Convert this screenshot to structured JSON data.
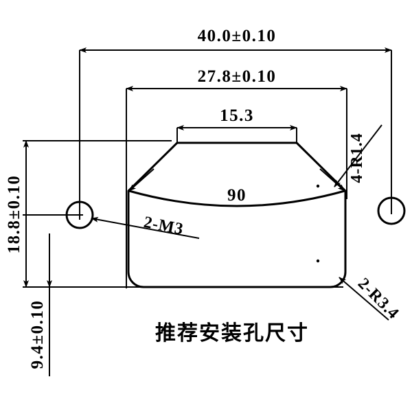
{
  "drawing": {
    "title": "推荐安装孔尺寸",
    "units_note": "",
    "dimensions": {
      "overall_width": "40.0±0.10",
      "inner_width": "27.8±0.10",
      "top_flat_width": "15.3",
      "upper_height": "18.8±0.10",
      "lower_height": "9.4±0.10",
      "arc_angle": "90"
    },
    "callouts": {
      "corner_radius_top": "4-R1.4",
      "corner_radius_bottom": "2-R3.4",
      "thread_holes": "2-M3"
    },
    "colors": {
      "line": "#000000",
      "background": "#ffffff"
    }
  }
}
